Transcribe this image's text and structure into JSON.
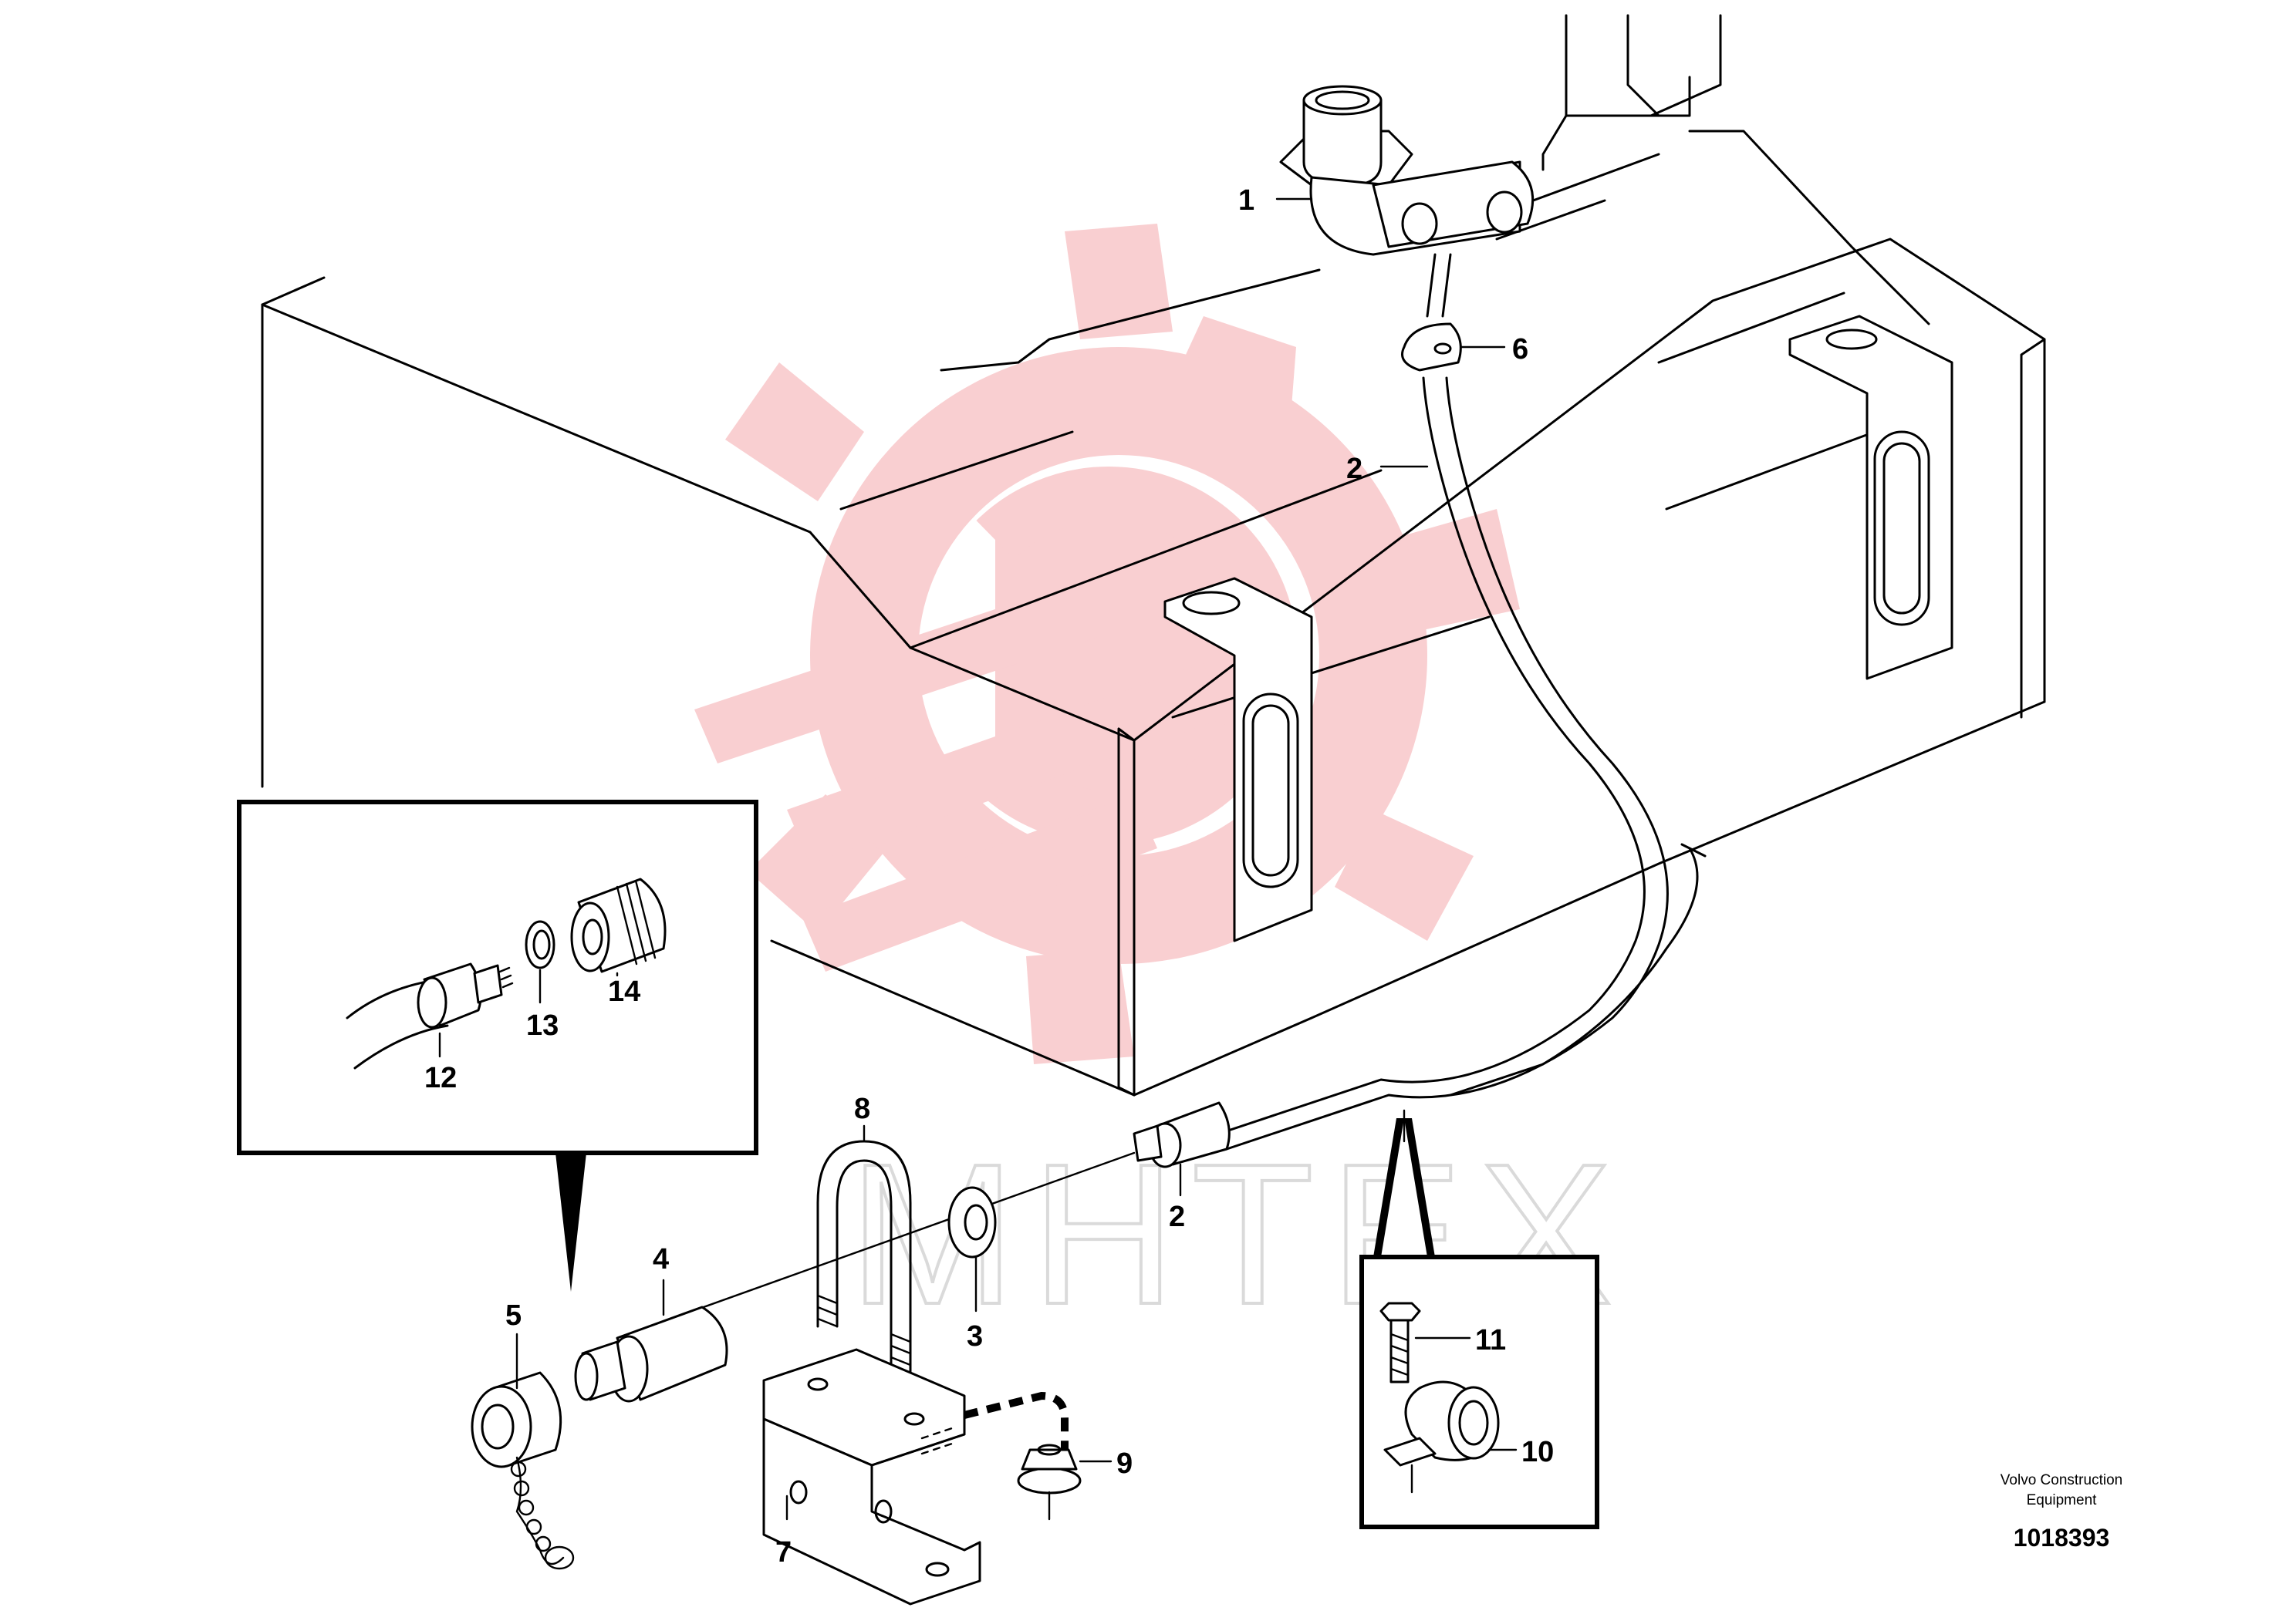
{
  "callouts": [
    {
      "id": "1",
      "text": "1"
    },
    {
      "id": "2a",
      "text": "2"
    },
    {
      "id": "2b",
      "text": "2"
    },
    {
      "id": "3",
      "text": "3"
    },
    {
      "id": "4",
      "text": "4"
    },
    {
      "id": "5",
      "text": "5"
    },
    {
      "id": "6",
      "text": "6"
    },
    {
      "id": "7",
      "text": "7"
    },
    {
      "id": "8",
      "text": "8"
    },
    {
      "id": "9",
      "text": "9"
    },
    {
      "id": "10",
      "text": "10"
    },
    {
      "id": "11",
      "text": "11"
    },
    {
      "id": "12",
      "text": "12"
    },
    {
      "id": "13",
      "text": "13"
    },
    {
      "id": "14",
      "text": "14"
    }
  ],
  "caption": {
    "line1": "Volvo Construction",
    "line2": "Equipment",
    "number": "1018393"
  },
  "watermark": {
    "text": "MHTEX",
    "color": "#f8c7c9"
  }
}
